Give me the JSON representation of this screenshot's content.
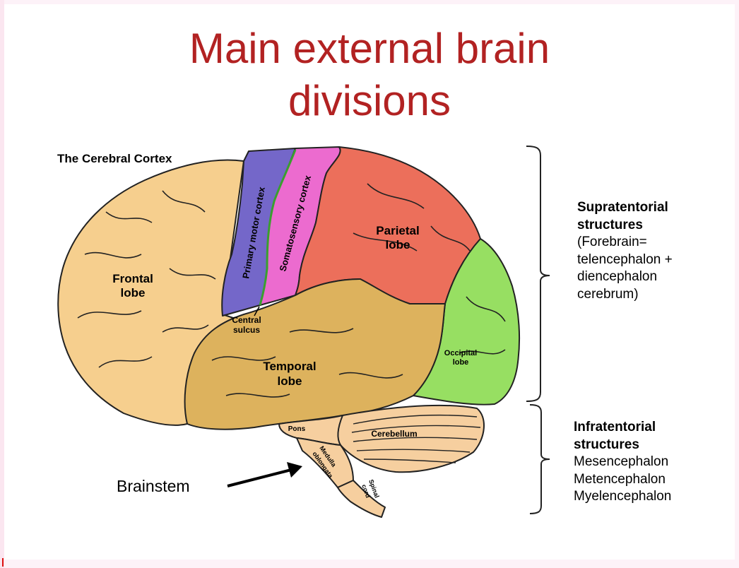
{
  "title": {
    "line1": "Main external brain",
    "line2": "divisions"
  },
  "brain_labels": {
    "cerebral_cortex": "The Cerebral Cortex",
    "frontal_1": "Frontal",
    "frontal_2": "lobe",
    "primary_motor": "Primary motor cortex",
    "somatosensory": "Somatosensory cortex",
    "parietal_1": "Parietal",
    "parietal_2": "lobe",
    "central_1": "Central",
    "central_2": "sulcus",
    "temporal_1": "Temporal",
    "temporal_2": "lobe",
    "occipital_1": "Occipital",
    "occipital_2": "lobe",
    "pons": "Pons",
    "cerebellum": "Cerebellum",
    "medulla_1": "Medulla",
    "medulla_2": "oblongata",
    "spinal_1": "Spinal",
    "spinal_2": "cord",
    "brainstem": "Brainstem"
  },
  "supratentorial": {
    "heading_1": "Supratentorial",
    "heading_2": "structures",
    "line1": "(Forebrain=",
    "line2": "telencephalon +",
    "line3": "diencephalon",
    "line4": "cerebrum)"
  },
  "infratentorial": {
    "heading_1": "Infratentorial",
    "heading_2": "structures",
    "line1": "Mesencephalon",
    "line2": "Metencephalon",
    "line3": "Myelencephalon"
  },
  "colors": {
    "title": "#b22222",
    "frontal": "#f6cf8e",
    "motor": "#7467c9",
    "somatosensory": "#ec6bcf",
    "parietal": "#ec6f5b",
    "occipital": "#97df62",
    "temporal": "#ddb25d",
    "cerebellum": "#f6cf9f"
  }
}
